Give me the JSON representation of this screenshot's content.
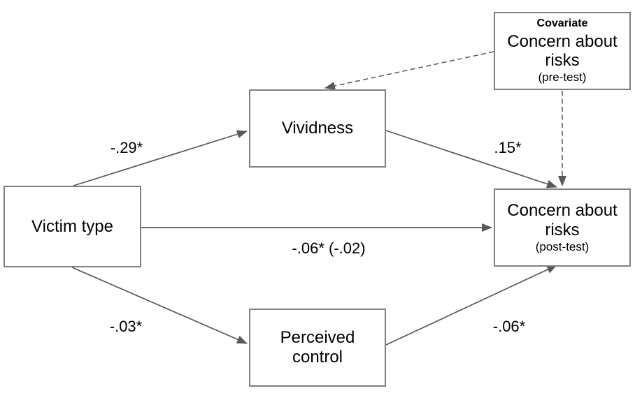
{
  "figure": {
    "background": "#ffffff",
    "line_color": "#595959",
    "box_border_color": "#808080",
    "nodes": {
      "victim_type": {
        "label": "Victim type"
      },
      "vividness": {
        "label": "Vividness"
      },
      "perceived_control": {
        "label": "Perceived control"
      },
      "concern_posttest": {
        "label": "Concern about risks",
        "sublabel": "(post-test)"
      },
      "covariate_pretest": {
        "heading": "Covariate",
        "label": "Concern about risks",
        "sublabel": "(pre-test)"
      }
    },
    "edges": [
      {
        "id": "victim-to-vividness",
        "label": "-.29*",
        "style": "solid"
      },
      {
        "id": "vividness-to-posttest",
        "label": ".15*",
        "style": "solid"
      },
      {
        "id": "victim-to-posttest",
        "label": "-.06* (-.02)",
        "style": "solid"
      },
      {
        "id": "victim-to-perceived",
        "label": "-.03*",
        "style": "solid"
      },
      {
        "id": "perceived-to-posttest",
        "label": "-.06*",
        "style": "solid"
      },
      {
        "id": "covariate-to-vividness",
        "label": "",
        "style": "dashed"
      },
      {
        "id": "covariate-to-posttest",
        "label": "",
        "style": "dashed"
      }
    ]
  }
}
